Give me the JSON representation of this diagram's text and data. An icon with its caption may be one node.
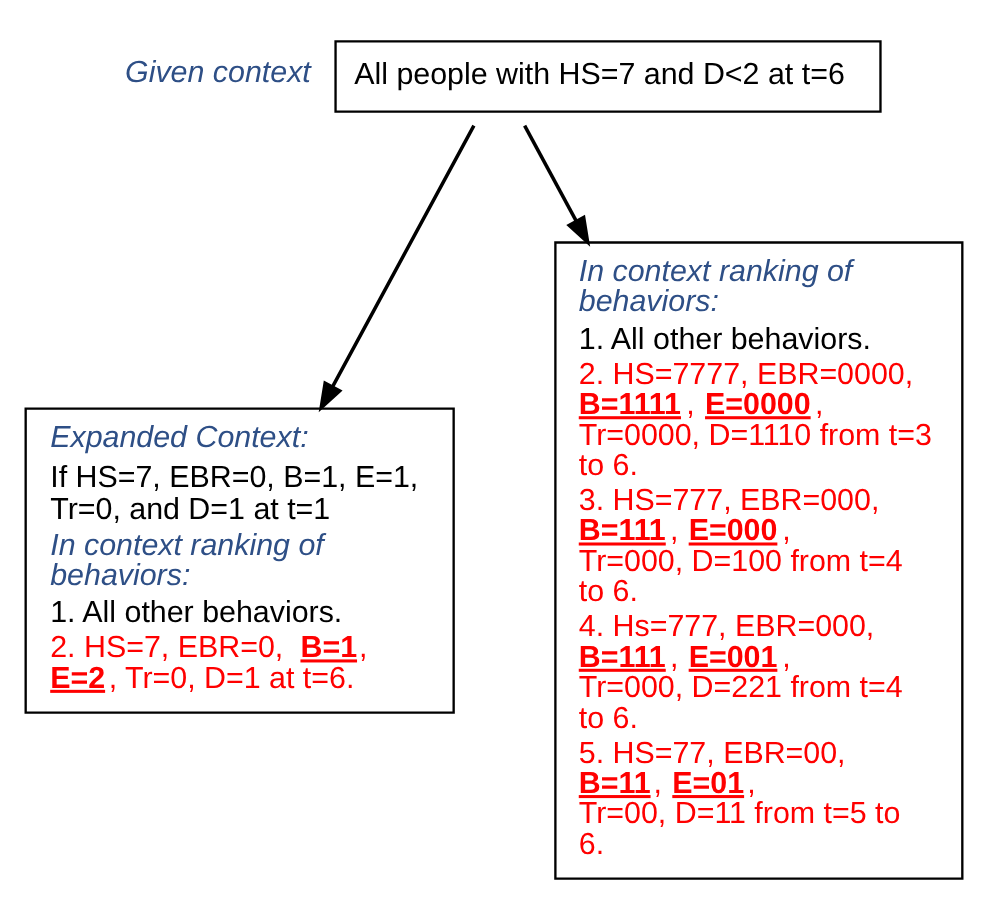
{
  "diagram": {
    "nodes": [
      {
        "text": [
          "All people with HS=7 and D<2 at t=6"
        ],
        "beside": [
          "Given context"
        ]
      },
      {
        "text": [
          "Expanded Context:",
          "If HS=7, EBR=0, B=1, E=1, Tr=0, and D=1 at t=1",
          "In context ranking of behaviors:",
          "1. All other behaviors.",
          "2. HS=7, EBR=0, **B=1**, **E=2**, Tr=0, D=1 at t=6."
        ]
      },
      {
        "text": [
          "In context ranking of behaviors:",
          "1. All other behaviors.",
          "2. HS=7777, EBR=0000, **B=1111**, **E=0000**, Tr=0000, D=1110 from t=3 to 6.",
          "3. HS=777, EBR=000, **B=111**, **E=000**, Tr=000, D=100 from t=4 to 6.",
          "4. Hs=777, EBR=000, **B=111**, **E=001**, Tr=000, D=221 from t=4 to 6.",
          "5. HS=77, EBR=00, **B=11**, **E=01**, Tr=00, D=11 from t=5 to 6."
        ]
      }
    ],
    "edges": [
      {
        "from": 0,
        "to": 1,
        "arrow": "to"
      },
      {
        "from": 0,
        "to": 2,
        "arrow": "to"
      }
    ]
  }
}
